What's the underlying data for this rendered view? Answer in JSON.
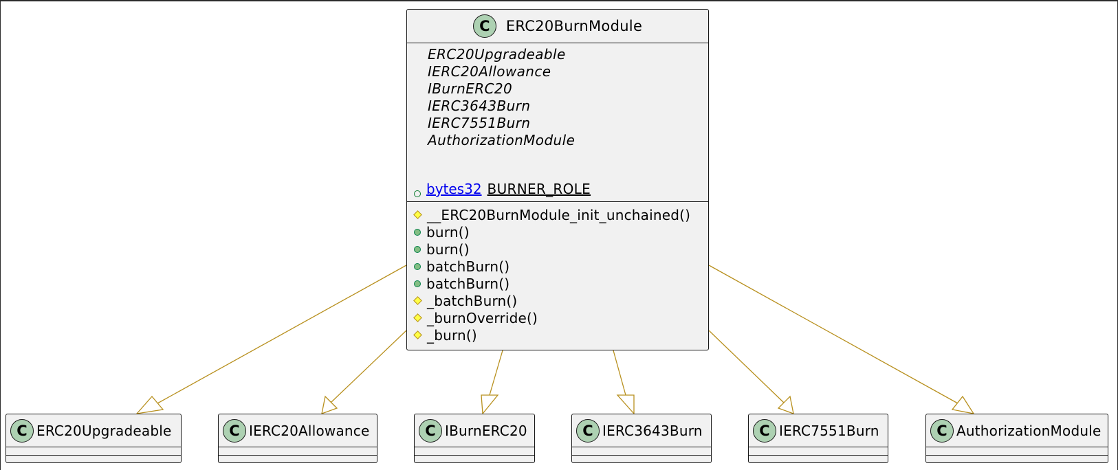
{
  "badge_letter": "C",
  "main_class": {
    "name": "ERC20BurnModule",
    "parents": [
      "ERC20Upgradeable",
      "IERC20Allowance",
      "IBurnERC20",
      "IERC3643Burn",
      "IERC7551Burn",
      "AuthorizationModule"
    ],
    "field": {
      "type": "bytes32",
      "name": "BURNER_ROLE"
    },
    "methods": [
      {
        "name": "__ERC20BurnModule_init_unchained()",
        "visibility": "protected"
      },
      {
        "name": "burn()",
        "visibility": "public"
      },
      {
        "name": "burn()",
        "visibility": "public"
      },
      {
        "name": "batchBurn()",
        "visibility": "public"
      },
      {
        "name": "batchBurn()",
        "visibility": "public"
      },
      {
        "name": "_batchBurn()",
        "visibility": "protected"
      },
      {
        "name": "_burnOverride()",
        "visibility": "protected"
      },
      {
        "name": "_burn()",
        "visibility": "protected"
      }
    ]
  },
  "child_classes": [
    {
      "name": "ERC20Upgradeable"
    },
    {
      "name": "IERC20Allowance"
    },
    {
      "name": "IBurnERC20"
    },
    {
      "name": "IERC3643Burn"
    },
    {
      "name": "IERC7551Burn"
    },
    {
      "name": "AuthorizationModule"
    }
  ],
  "colors": {
    "box_fill": "#f1f1f1",
    "badge_fill": "#add1b2",
    "edge": "#b8901e",
    "link": "#0000ee"
  }
}
